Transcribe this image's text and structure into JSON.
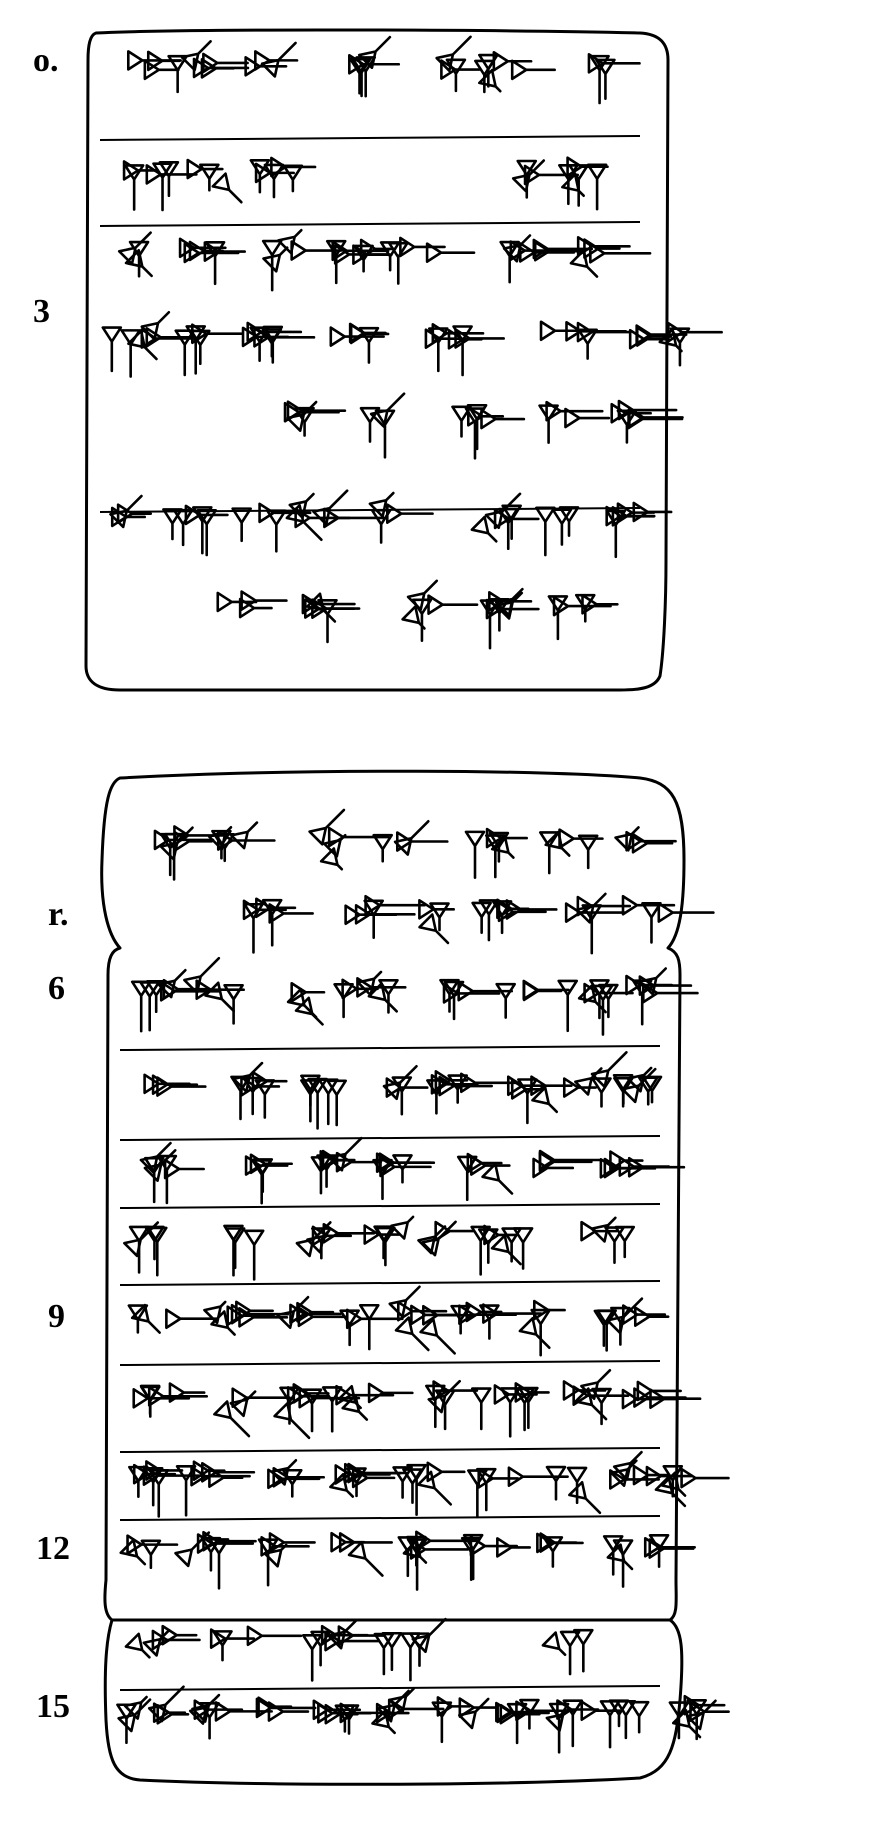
{
  "figure": {
    "obverse_label": "o.",
    "reverse_label": "r.",
    "line_numbers": [
      "3",
      "6",
      "9",
      "12",
      "15"
    ]
  },
  "colors": {
    "ink": "#000000",
    "paper": "#ffffff"
  }
}
